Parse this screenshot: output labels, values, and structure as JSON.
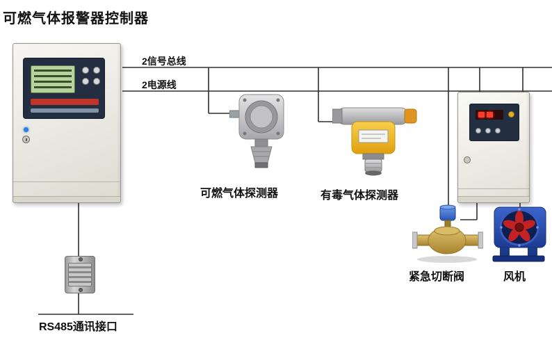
{
  "title": "可燃气体报警器控制器",
  "wiring": {
    "signal_bus_label": "2信号总线",
    "power_line_label": "2电源线"
  },
  "devices": {
    "combustible_detector": {
      "label": "可燃气体探测器"
    },
    "toxic_detector": {
      "label": "有毒气体探测器"
    },
    "shutoff_valve": {
      "label": "紧急切断阀"
    },
    "fan": {
      "label": "风机"
    },
    "rs485_interface": {
      "label": "RS485通讯接口"
    }
  },
  "colors": {
    "wire": "#2e2e2e",
    "text": "#111111",
    "panel_dark": "#232f40",
    "lcd_green": "#b7d29b",
    "detector_yellow": "#f0b41e",
    "fan_blue": "#2a4da8",
    "blade_red": "#c42222",
    "valve_brass": "#c8a04e",
    "led_red": "#ff3b2a"
  }
}
